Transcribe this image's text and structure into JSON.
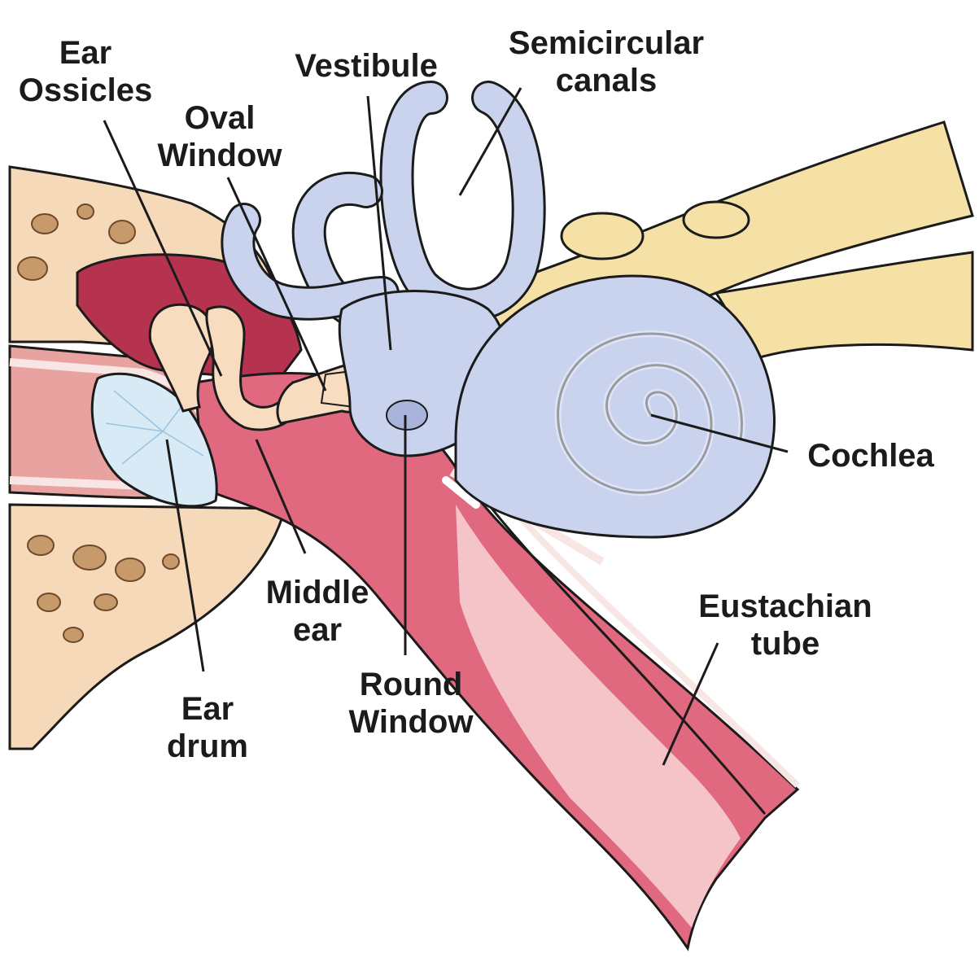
{
  "labels": {
    "ear_ossicles": [
      "Ear",
      "Ossicles"
    ],
    "oval_window": [
      "Oval",
      "Window"
    ],
    "vestibule": [
      "Vestibule"
    ],
    "semicircular_canals": [
      "Semicircular",
      "canals"
    ],
    "cochlea": [
      "Cochlea"
    ],
    "middle_ear": [
      "Middle",
      "ear"
    ],
    "eustachian_tube": [
      "Eustachian",
      "tube"
    ],
    "round_window": [
      "Round",
      "Window"
    ],
    "ear_drum": [
      "Ear",
      "drum"
    ]
  },
  "colors": {
    "bone": "#f6d9b8",
    "bone_spot": "#c79a6c",
    "middle_ear_cavity": "#b5334f",
    "canal_pink": "#e0697f",
    "tube_light": "#f5c4c9",
    "inner_ear": "#c9d3ee",
    "inner_ear_shade": "#a9b4dc",
    "nerve": "#f5e1a6",
    "eardrum": "#d7eaf6",
    "ossicle": "#f7dcc0",
    "outline": "#1b1b1b"
  }
}
